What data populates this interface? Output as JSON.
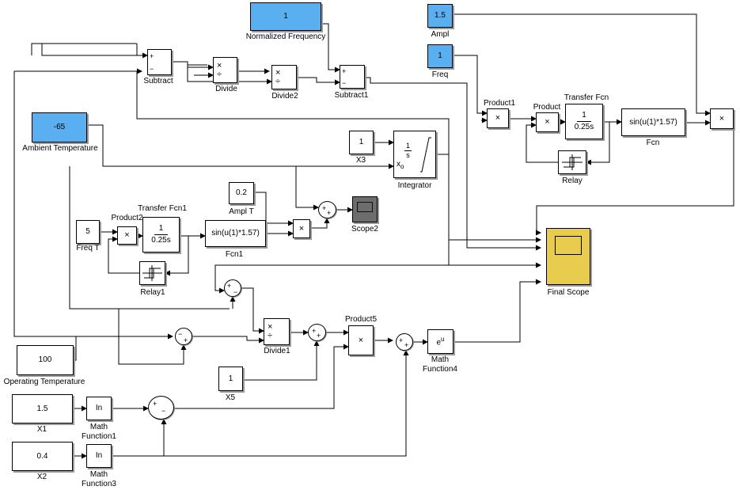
{
  "constants": {
    "norm_freq": "1",
    "ampl": "1.5",
    "freq": "1",
    "ambient": "-65",
    "x3": "1",
    "ampl_t": "0.2",
    "freq_t": "5",
    "operating": "100",
    "x5": "1",
    "x1": "1.5",
    "x2": "0.4"
  },
  "labels": {
    "norm_freq": "Normalized Frequency",
    "ampl": "Ampl",
    "freq": "Freq",
    "ambient": "Ambient Temperature",
    "subtract": "Subtract",
    "divide": "Divide",
    "divide2": "Divide2",
    "subtract1": "Subtract1",
    "product1": "Product1",
    "product": "Product",
    "transfer_fcn": "Transfer Fcn",
    "fcn": "Fcn",
    "relay": "Relay",
    "x3": "X3",
    "integrator": "Integrator",
    "ampl_t": "Ampl T",
    "scope2": "Scope2",
    "freq_t": "Freq T",
    "product2": "Product2",
    "transfer_fcn1": "Transfer Fcn1",
    "fcn1": "Fcn1",
    "relay1": "Relay1",
    "final_scope": "Final Scope",
    "divide1": "Divide1",
    "product5": "Product5",
    "math_function4_line1": "Math",
    "math_function4_line2": "Function4",
    "operating": "Operating Temperature",
    "x5": "X5",
    "x1": "X1",
    "math_function1_line1": "Math",
    "math_function1_line2": "Function1",
    "x2": "X2",
    "math_function3_line1": "Math",
    "math_function3_line2": "Function3"
  },
  "contents": {
    "tf_num": "1",
    "tf_den": "0.25s",
    "fcn_expr": "sin(u(1)*1.57)",
    "integrator_num": "1",
    "integrator_den": "s",
    "integrator_port": "x",
    "integrator_port_sub": "o",
    "ln": "In",
    "exp_base": "e",
    "exp_sup": "u",
    "times": "×",
    "divide": "÷"
  },
  "colors": {
    "constant_fill": "#5aaff0",
    "final_scope_fill": "#e8cc4d",
    "scope2_fill": "#6d6d6d",
    "line": "#000000"
  }
}
